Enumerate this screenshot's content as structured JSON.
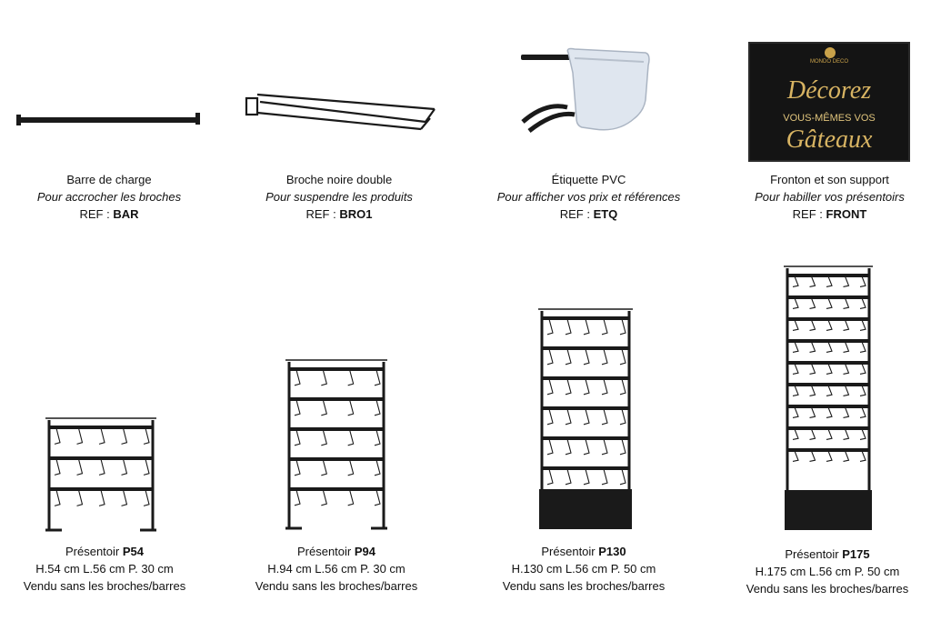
{
  "accessories": [
    {
      "name": "Barre de charge",
      "desc": "Pour accrocher les broches",
      "ref_label": "REF :",
      "ref": "BAR"
    },
    {
      "name": "Broche noire double",
      "desc": "Pour suspendre les produits",
      "ref_label": "REF :",
      "ref": "BRO1"
    },
    {
      "name": "Étiquette PVC",
      "desc": "Pour afficher vos prix et références",
      "ref_label": "REF :",
      "ref": "ETQ"
    },
    {
      "name": "Fronton et son support",
      "desc": "Pour habiller vos présentoirs",
      "ref_label": "REF :",
      "ref": "FRONT"
    }
  ],
  "fronton": {
    "brand": "MONDO DECO",
    "line1": "Décorez",
    "line2": "VOUS-MÊMES VOS",
    "line3": "Gâteaux"
  },
  "displays": [
    {
      "label": "Présentoir",
      "ref": "P54",
      "dims": "H.54 cm L.56 cm P. 30 cm",
      "note": "Vendu sans les broches/barres"
    },
    {
      "label": "Présentoir",
      "ref": "P94",
      "dims": "H.94 cm L.56 cm P. 30 cm",
      "note": "Vendu sans les broches/barres"
    },
    {
      "label": "Présentoir",
      "ref": "P130",
      "dims": "H.130 cm L.56 cm P. 50 cm",
      "note": "Vendu sans les broches/barres"
    },
    {
      "label": "Présentoir",
      "ref": "P175",
      "dims": "H.175 cm L.56 cm P. 50 cm",
      "note": "Vendu sans les broches/barres"
    }
  ],
  "colors": {
    "metal": "#1a1a1a",
    "gold": "#c9a24a",
    "banner_bg": "#141414"
  }
}
